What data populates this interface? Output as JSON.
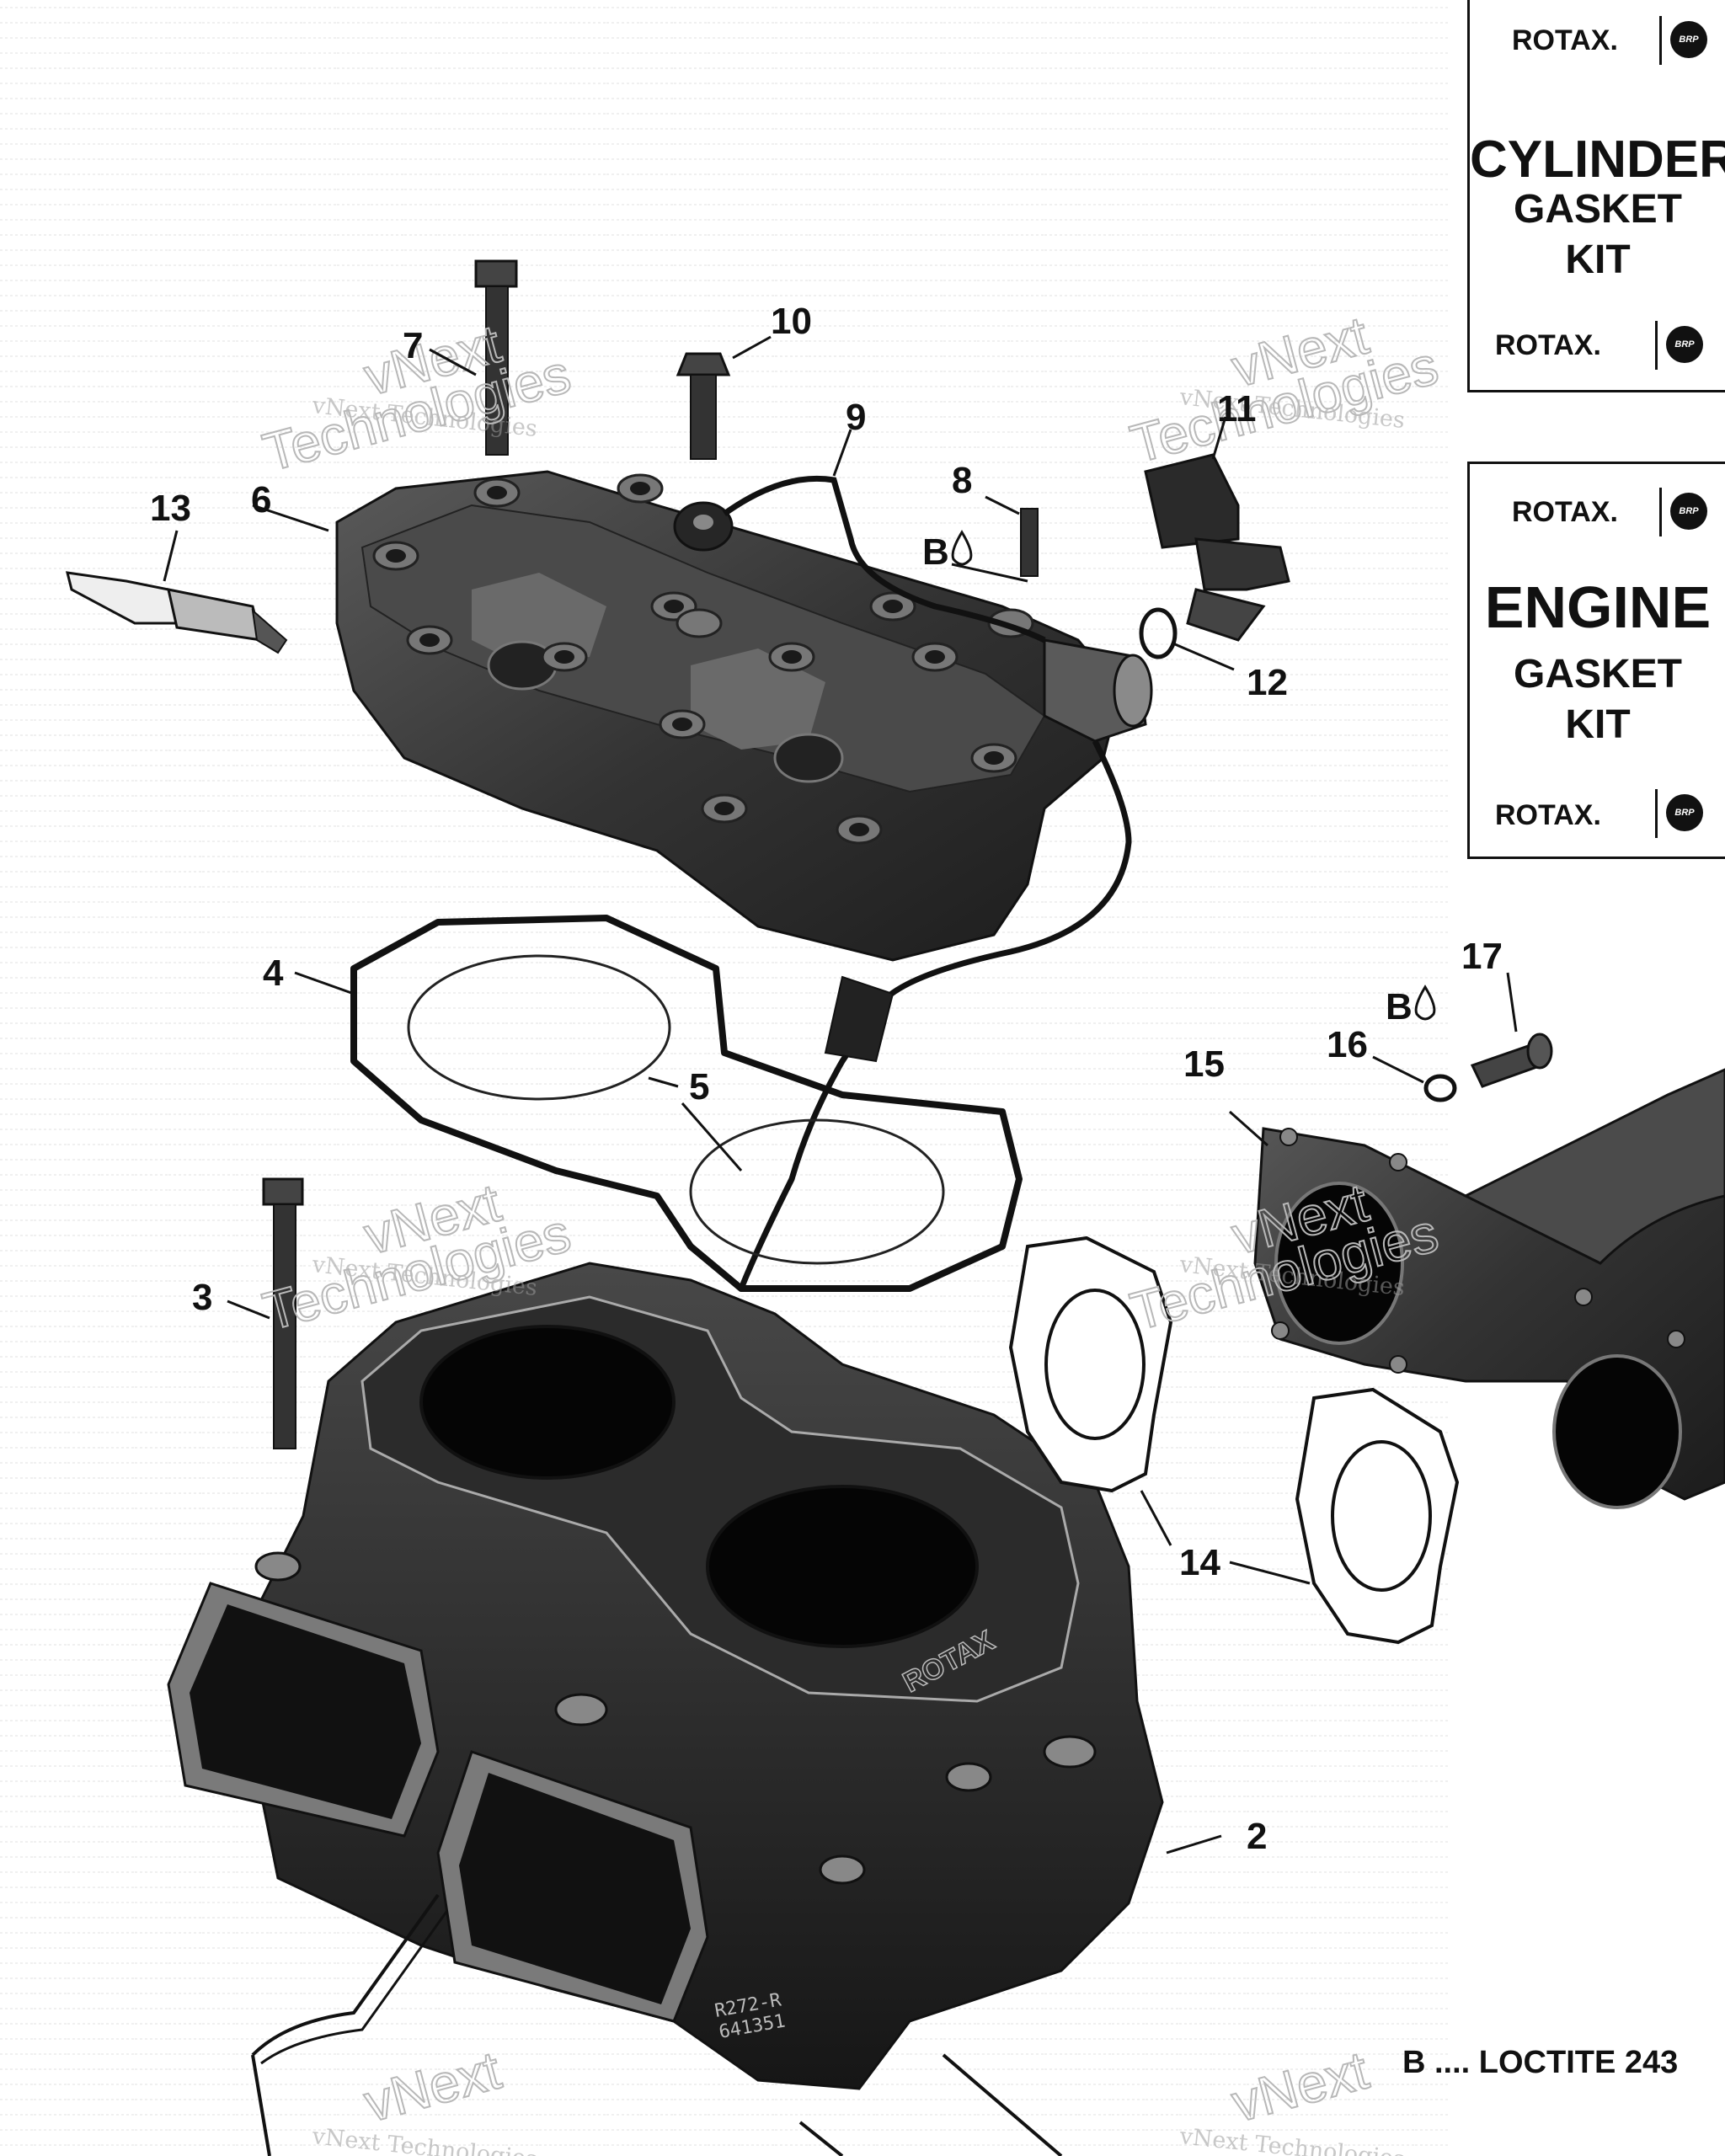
{
  "panels": {
    "cylinder_kit": {
      "brand_top": "ROTAX.",
      "line1": "CYLINDER",
      "line2": "GASKET",
      "line3": "KIT",
      "brand_bottom": "ROTAX.",
      "badge": "BRP"
    },
    "engine_kit": {
      "brand_top": "ROTAX.",
      "line1": "ENGINE",
      "line2": "GASKET",
      "line3": "KIT",
      "brand_bottom": "ROTAX.",
      "badge": "BRP"
    }
  },
  "callouts": {
    "c2": "2",
    "c3": "3",
    "c4": "4",
    "c5": "5",
    "c6": "6",
    "c7": "7",
    "c8": "8",
    "c9": "9",
    "c10": "10",
    "c11": "11",
    "c12": "12",
    "c13": "13",
    "c14": "14",
    "c15": "15",
    "c16": "16",
    "c17": "17"
  },
  "loctite_marks": {
    "b1": "B",
    "b2": "B"
  },
  "legend": {
    "text": "B .... LOCTITE 243"
  },
  "watermark": {
    "small": "vNext Technologies",
    "big1": "vNext",
    "big2": "Technologies"
  },
  "casting_marks": {
    "rotax": "ROTAX",
    "part": "R272-R",
    "code": "641351"
  }
}
